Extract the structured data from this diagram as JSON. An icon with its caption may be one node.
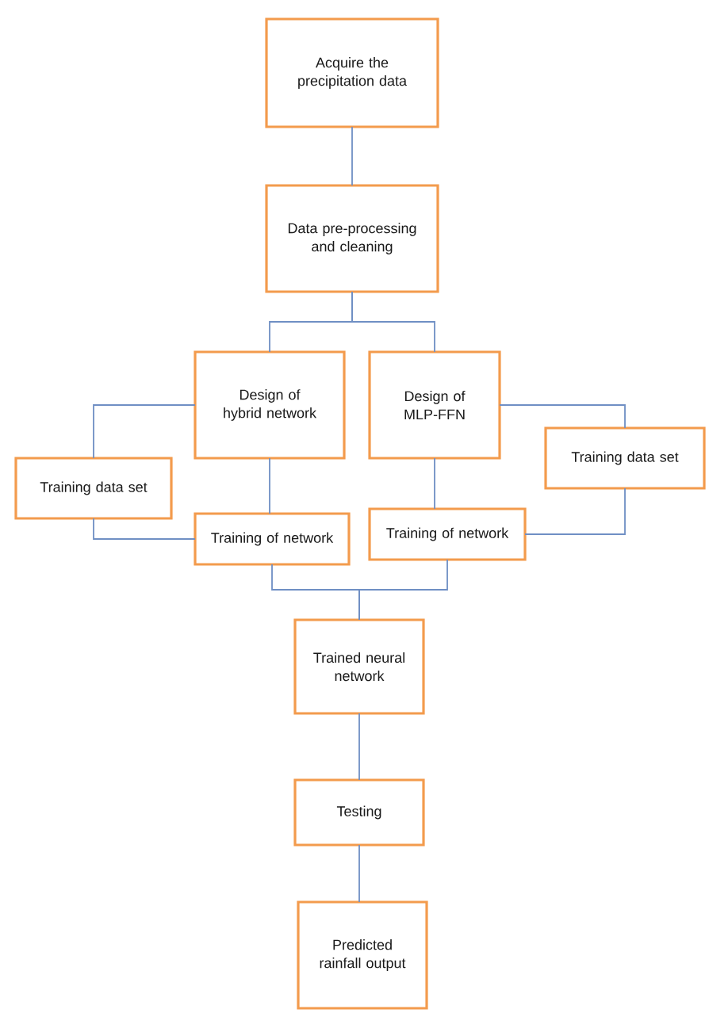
{
  "diagram": {
    "nodes": [
      {
        "text": [
          "Acquire the precipitation data"
        ]
      },
      {
        "text": [
          "Data pre-processing and cleaning"
        ]
      },
      {
        "text": [
          "Design of hybrid network"
        ]
      },
      {
        "text": [
          "Design of MLP-FFN"
        ]
      },
      {
        "text": [
          "Training data set"
        ]
      },
      {
        "text": [
          "Training of network"
        ]
      },
      {
        "text": [
          "Training of network"
        ]
      },
      {
        "text": [
          "Training data set"
        ]
      },
      {
        "text": [
          "Trained neural network"
        ]
      },
      {
        "text": [
          "Testing"
        ]
      },
      {
        "text": [
          "Predicted rainfall output"
        ]
      }
    ],
    "edges": [
      {
        "from": 0,
        "to": 1,
        "arrow": "none"
      },
      {
        "from": 1,
        "to": 2,
        "arrow": "none"
      },
      {
        "from": 1,
        "to": 3,
        "arrow": "none"
      },
      {
        "from": 2,
        "to": 4,
        "arrow": "none"
      },
      {
        "from": 4,
        "to": 5,
        "arrow": "none"
      },
      {
        "from": 2,
        "to": 5,
        "arrow": "none"
      },
      {
        "from": 3,
        "to": 6,
        "arrow": "none"
      },
      {
        "from": 3,
        "to": 7,
        "arrow": "none"
      },
      {
        "from": 7,
        "to": 6,
        "arrow": "none"
      },
      {
        "from": 5,
        "to": 8,
        "arrow": "none"
      },
      {
        "from": 6,
        "to": 8,
        "arrow": "none"
      },
      {
        "from": 8,
        "to": 9,
        "arrow": "none"
      },
      {
        "from": 9,
        "to": 10,
        "arrow": "none"
      }
    ]
  }
}
